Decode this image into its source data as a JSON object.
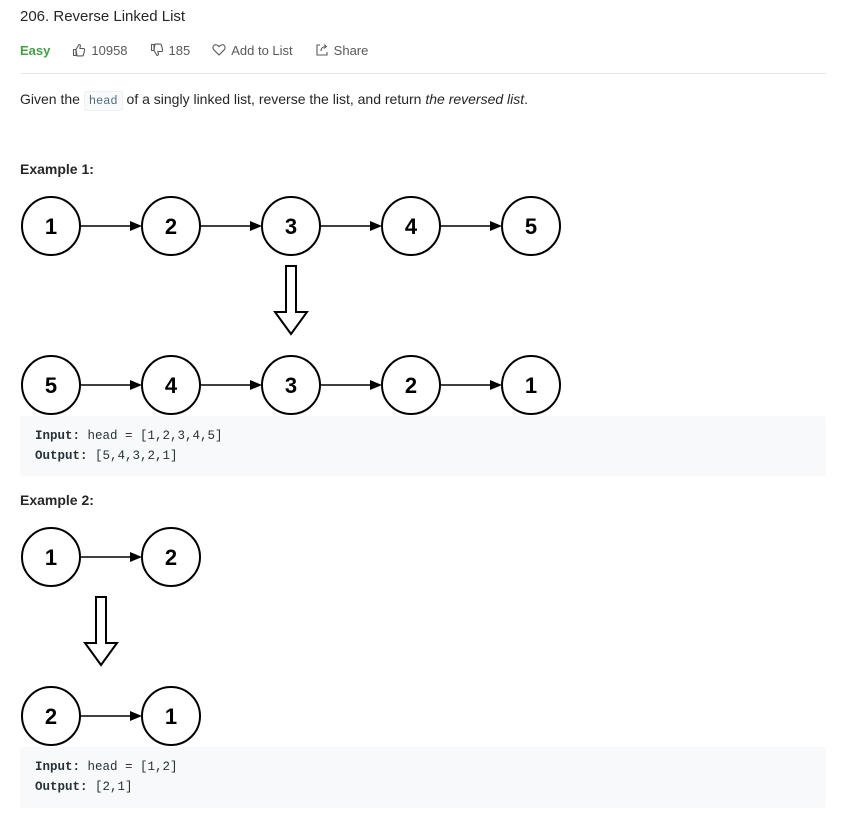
{
  "problem": {
    "title": "206. Reverse Linked List",
    "difficulty": "Easy",
    "likes": "10958",
    "dislikes": "185",
    "add_to_list": "Add to List",
    "share": "Share"
  },
  "description": {
    "before": "Given the ",
    "code": "head",
    "middle": " of a singly linked list, reverse the list, and return ",
    "emphasis": "the reversed list",
    "after": "."
  },
  "examples": [
    {
      "title": "Example 1:",
      "input_label": "Input:",
      "input_value": " head = [1,2,3,4,5]",
      "output_label": "Output:",
      "output_value": " [5,4,3,2,1]",
      "before_nodes": [
        "1",
        "2",
        "3",
        "4",
        "5"
      ],
      "after_nodes": [
        "5",
        "4",
        "3",
        "2",
        "1"
      ]
    },
    {
      "title": "Example 2:",
      "input_label": "Input:",
      "input_value": " head = [1,2]",
      "output_label": "Output:",
      "output_value": " [2,1]",
      "before_nodes": [
        "1",
        "2"
      ],
      "after_nodes": [
        "2",
        "1"
      ]
    }
  ],
  "icons": {
    "like": "thumbs-up-icon",
    "dislike": "thumbs-down-icon",
    "favorite": "heart-icon",
    "share": "share-icon"
  },
  "colors": {
    "easy": "#43a047",
    "code_bg": "#f7f9fa"
  }
}
